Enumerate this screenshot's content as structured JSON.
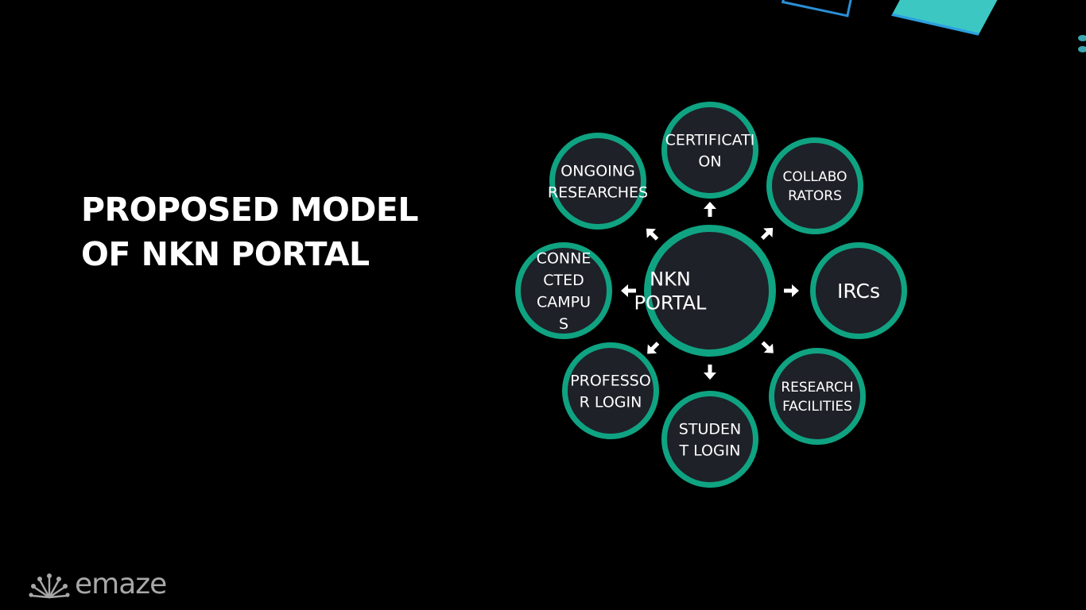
{
  "slide": {
    "title_line1": "PROPOSED MODEL",
    "title_line2": "OF NKN PORTAL"
  },
  "diagram": {
    "center": {
      "label_lines": [
        "NKN",
        "PORTAL"
      ]
    },
    "nodes": [
      {
        "id": "certification",
        "label_lines": [
          "CERTIFICATI",
          "ON"
        ]
      },
      {
        "id": "collaborators",
        "label_lines": [
          "COLLABO",
          "RATORS"
        ]
      },
      {
        "id": "ircs",
        "label_lines": [
          "IRCs"
        ]
      },
      {
        "id": "research-facilities",
        "label_lines": [
          "RESEARCH",
          "FACILITIES"
        ]
      },
      {
        "id": "student-login",
        "label_lines": [
          "STUDEN",
          "T LOGIN"
        ]
      },
      {
        "id": "professor-login",
        "label_lines": [
          "PROFESSO",
          "R LOGIN"
        ]
      },
      {
        "id": "connected-campus",
        "label_lines": [
          "CONNE",
          "CTED",
          "CAMPU",
          "S"
        ]
      },
      {
        "id": "ongoing-researches",
        "label_lines": [
          "ONGOING",
          "RESEARCHES"
        ]
      }
    ],
    "colors": {
      "ring": "#0fa382",
      "fill": "#1e2128",
      "arrow": "#ffffff"
    }
  },
  "logo": {
    "text": "emaze",
    "icon": "peacock-logo-icon"
  }
}
